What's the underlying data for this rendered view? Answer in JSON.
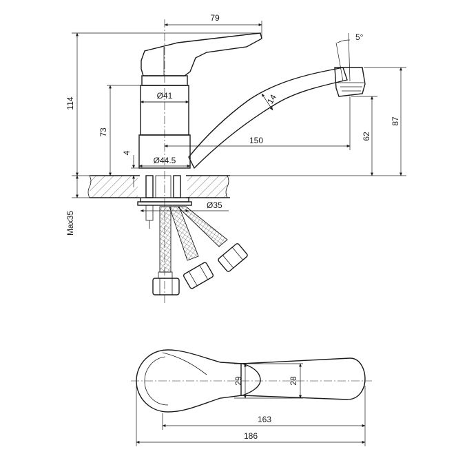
{
  "side_view": {
    "dim_top_width": "79",
    "dim_height_total": "114",
    "dim_body_height": "73",
    "dim_base": "4",
    "dim_body_diameter": "Ø41",
    "dim_base_diameter": "Ø44.5",
    "dim_reach": "150",
    "dim_spout_thickness": "14",
    "dim_angle": "5°",
    "dim_spout_height": "62",
    "dim_spout_top_height": "87",
    "dim_counter_thickness": "Max35",
    "dim_hole_diameter": "Ø35"
  },
  "top_view": {
    "dim_body_width": "29",
    "dim_spout_width": "28",
    "dim_length_spout": "163",
    "dim_length_total": "186"
  }
}
